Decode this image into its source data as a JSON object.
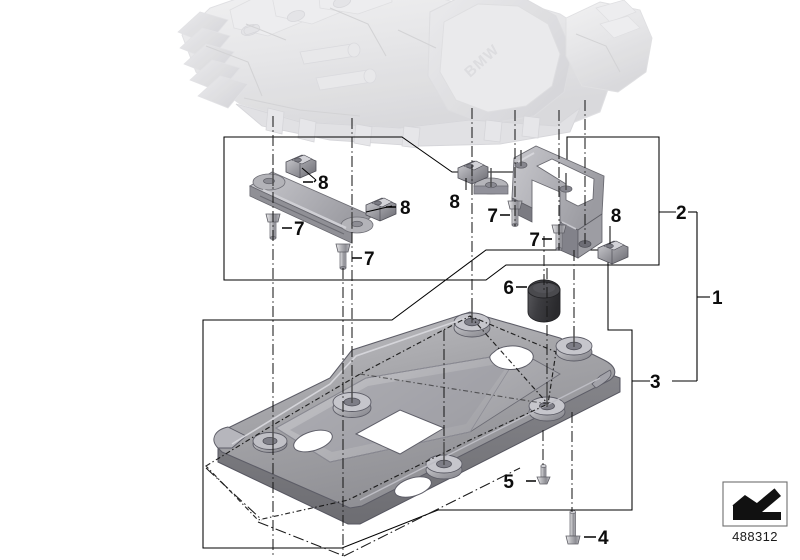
{
  "diagram": {
    "id_number": "488312",
    "view_icon": "view-direction-arrow-icon",
    "engine_emboss": "BMW",
    "callouts": [
      {
        "key": "n1",
        "label": "1"
      },
      {
        "key": "n2",
        "label": "2"
      },
      {
        "key": "n3",
        "label": "3"
      },
      {
        "key": "n4",
        "label": "4"
      },
      {
        "key": "n5",
        "label": "5"
      },
      {
        "key": "n6",
        "label": "6"
      },
      {
        "key": "n7a",
        "label": "7"
      },
      {
        "key": "n7b",
        "label": "7"
      },
      {
        "key": "n7c",
        "label": "7"
      },
      {
        "key": "n7d",
        "label": "7"
      },
      {
        "key": "n8a",
        "label": "8"
      },
      {
        "key": "n8b",
        "label": "8"
      },
      {
        "key": "n8c",
        "label": "8"
      },
      {
        "key": "n8d",
        "label": "8"
      }
    ]
  }
}
